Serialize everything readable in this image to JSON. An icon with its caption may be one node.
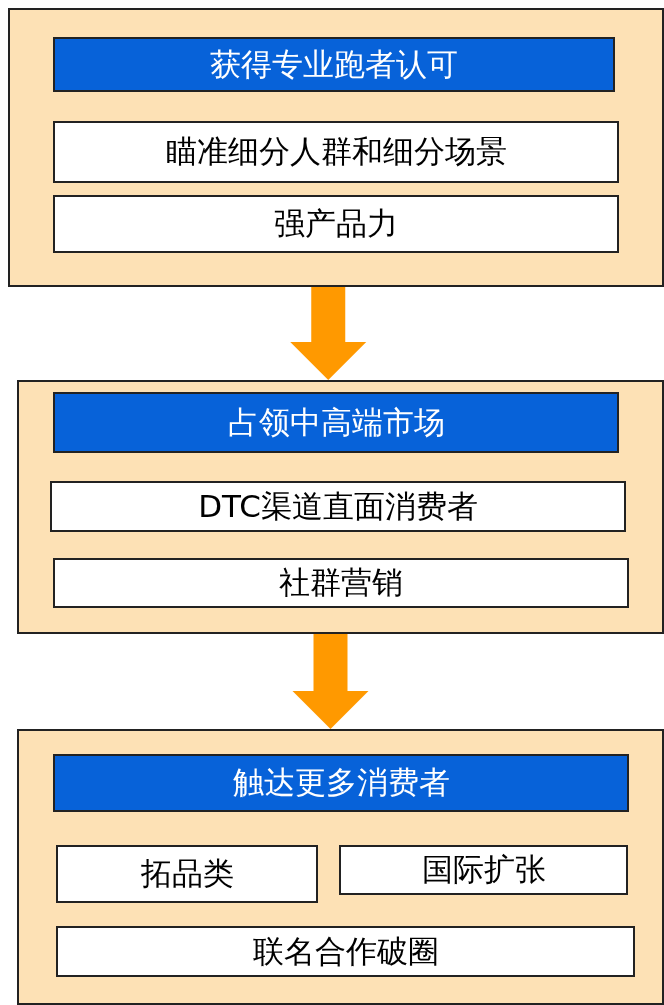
{
  "diagram": {
    "nodes": [
      {
        "text": [],
        "shape": "box"
      },
      {
        "text": [
          "获得专业跑者认可"
        ],
        "in": 0
      },
      {
        "text": [
          "瞄准细分人群和细分场景"
        ],
        "in": 0
      },
      {
        "text": [
          "强产品力"
        ],
        "in": 0
      },
      {
        "text": [],
        "shape": "box"
      },
      {
        "text": [
          "占领中高端市场"
        ],
        "in": 4
      },
      {
        "text": [
          "DTC渠道直面消费者"
        ],
        "in": 4
      },
      {
        "text": [
          "社群营销"
        ],
        "in": 4
      },
      {
        "text": [],
        "shape": "box"
      },
      {
        "text": [
          "触达更多消费者"
        ],
        "in": 8
      },
      {
        "text": [
          "拓品类"
        ],
        "in": 8
      },
      {
        "text": [
          "国际扩张"
        ],
        "in": 8
      },
      {
        "text": [
          "联名合作破圈"
        ],
        "in": 8
      }
    ],
    "edges": [
      {
        "from": 0,
        "to": 4,
        "arrow": "to"
      },
      {
        "from": 4,
        "to": 8,
        "arrow": "to"
      }
    ]
  }
}
